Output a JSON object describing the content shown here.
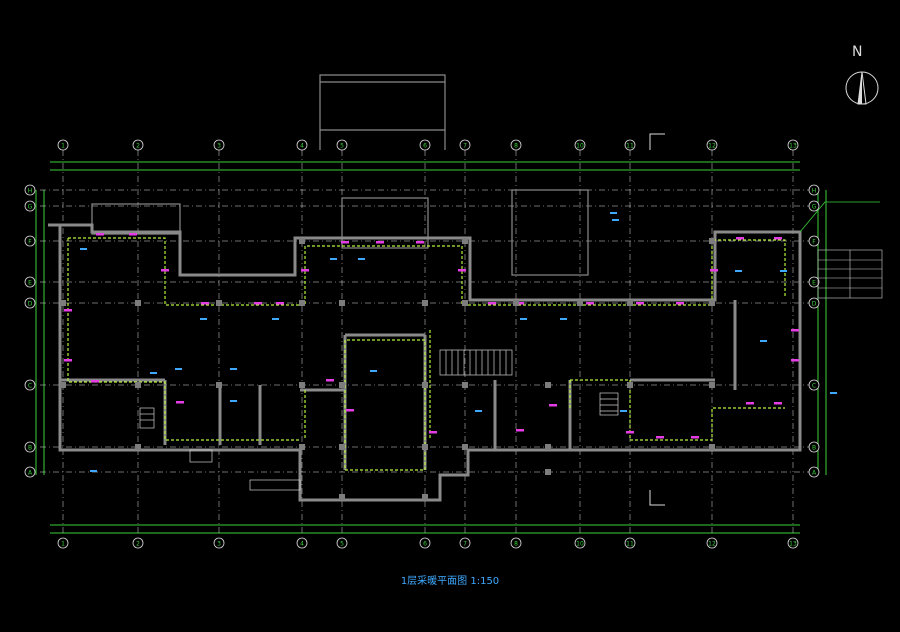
{
  "drawing": {
    "caption": "1层采暖平面图 1:150",
    "north_label": "N",
    "colors": {
      "background": "#000000",
      "wall": "#8a8a8a",
      "grid": "#dcdcdc",
      "dimension": "#3ad13a",
      "heating_pipe": "#b5f23c",
      "radiator": "#e43de4",
      "room_text": "#3fa9ff",
      "caption": "#3fa9ff"
    }
  },
  "axes": {
    "vertical": [
      "1",
      "2",
      "3",
      "4",
      "5",
      "6",
      "7",
      "8",
      "10",
      "11",
      "12",
      "13"
    ],
    "horizontal": [
      "A",
      "B",
      "C",
      "D",
      "E",
      "F",
      "G",
      "H"
    ]
  },
  "legend_table": {
    "rows": [
      "",
      "",
      "",
      "",
      ""
    ]
  }
}
